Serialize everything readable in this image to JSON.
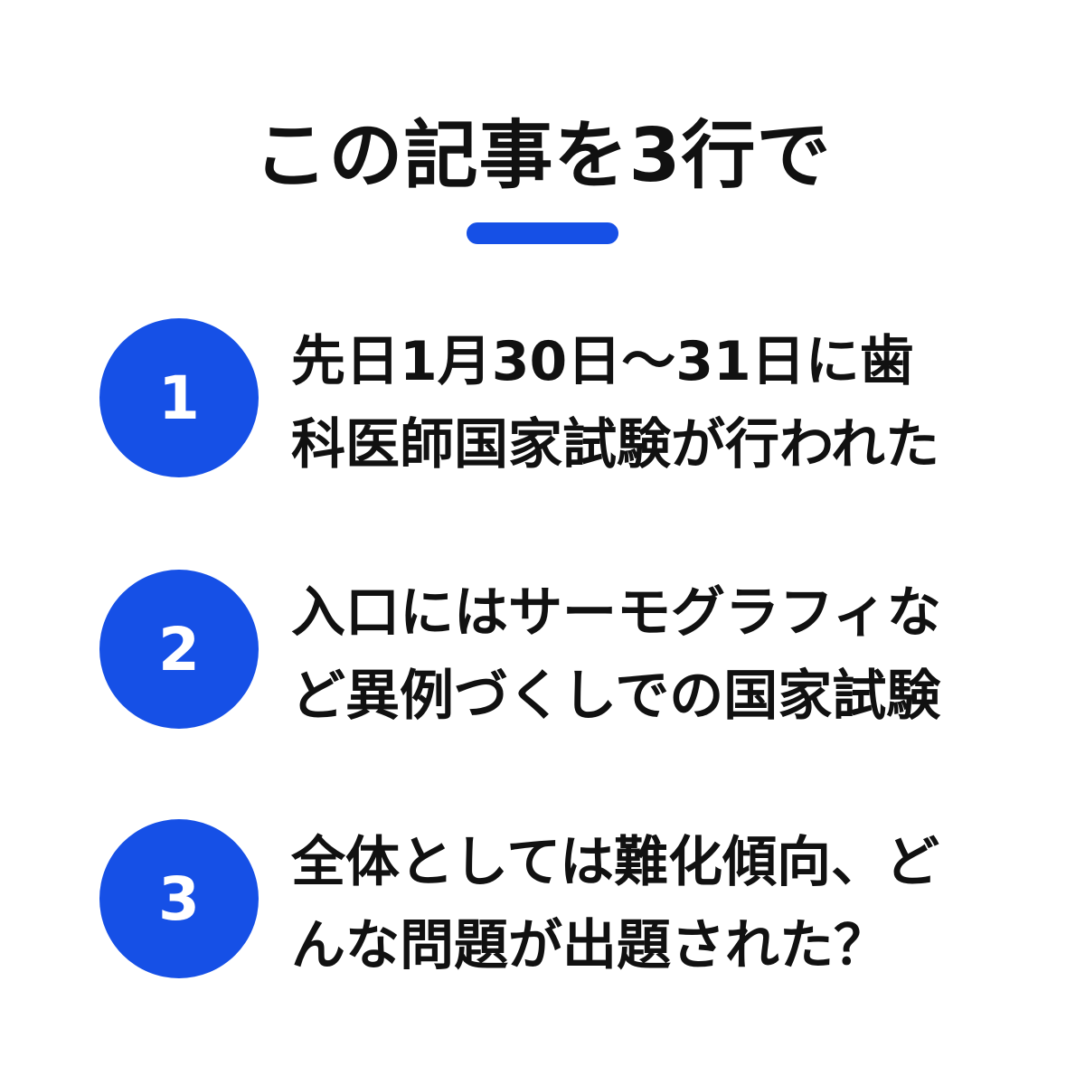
{
  "header": {
    "title": "この記事を3行で"
  },
  "colors": {
    "accent": "#1650e6",
    "text": "#111111",
    "background": "#ffffff"
  },
  "items": [
    {
      "number": "1",
      "lines": [
        "先日1月30日〜31日に歯",
        "科医師国家試験が行われた"
      ]
    },
    {
      "number": "2",
      "lines": [
        "入口にはサーモグラフィな",
        "ど異例づくしでの国家試験"
      ]
    },
    {
      "number": "3",
      "lines": [
        "全体としては難化傾向、ど",
        "んな問題が出題された？"
      ]
    }
  ]
}
